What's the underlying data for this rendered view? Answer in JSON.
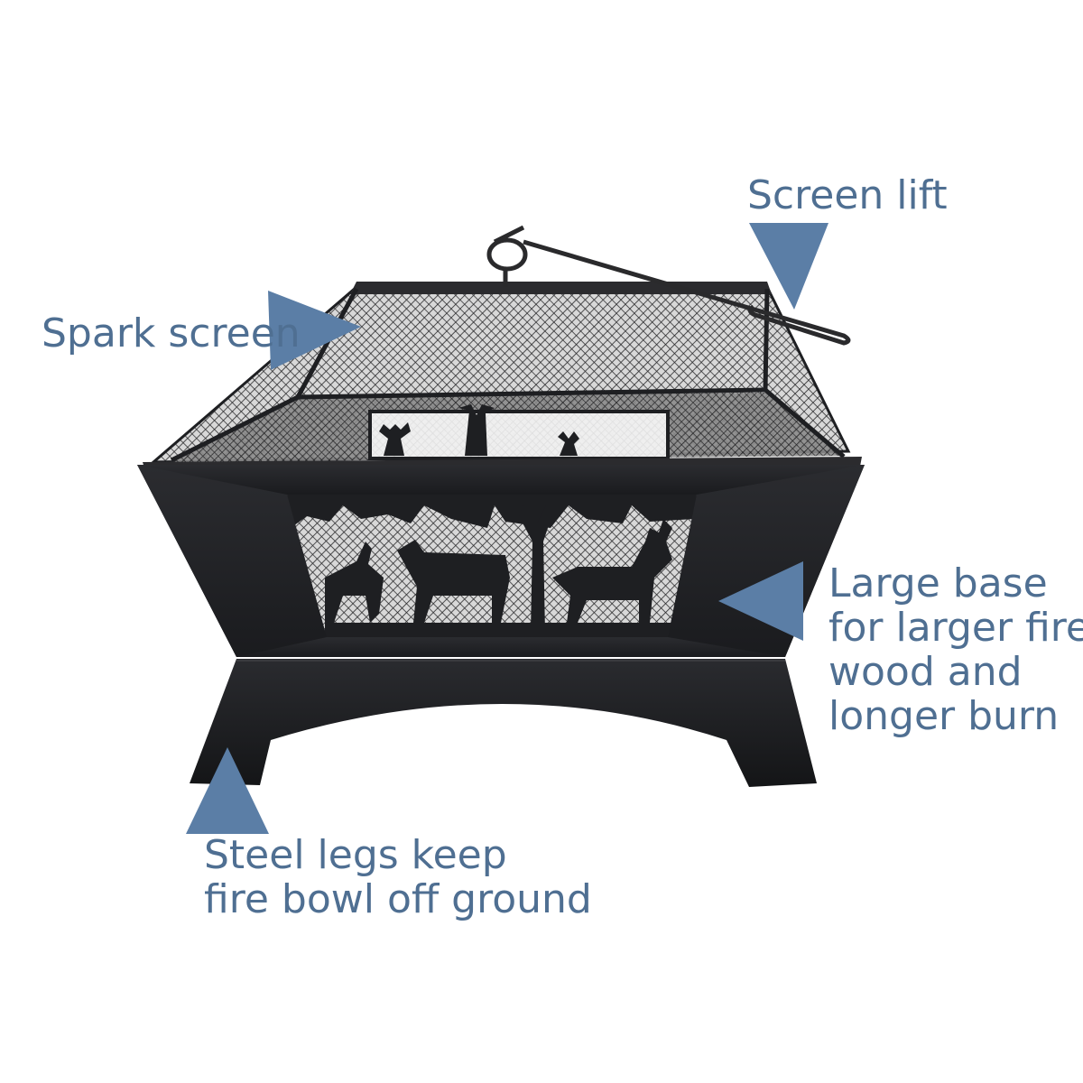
{
  "callouts": {
    "screen_lift": "Screen lift",
    "spark_screen": "Spark screen",
    "large_base": {
      "lines": [
        "Large base",
        "for larger fire",
        "wood and",
        "longer burn"
      ]
    },
    "steel_legs": {
      "lines": [
        "Steel legs keep",
        "fire bowl off ground"
      ]
    }
  },
  "colors": {
    "label_text": "#4f6f92",
    "arrow_fill": "#5b7ea6",
    "steel_body": "#1e1f22",
    "mesh": "#2a2a2c",
    "background": "#ffffff"
  },
  "icons": {
    "arrow": "triangle-pointer",
    "silhouette_motif": "deer-and-trees"
  }
}
